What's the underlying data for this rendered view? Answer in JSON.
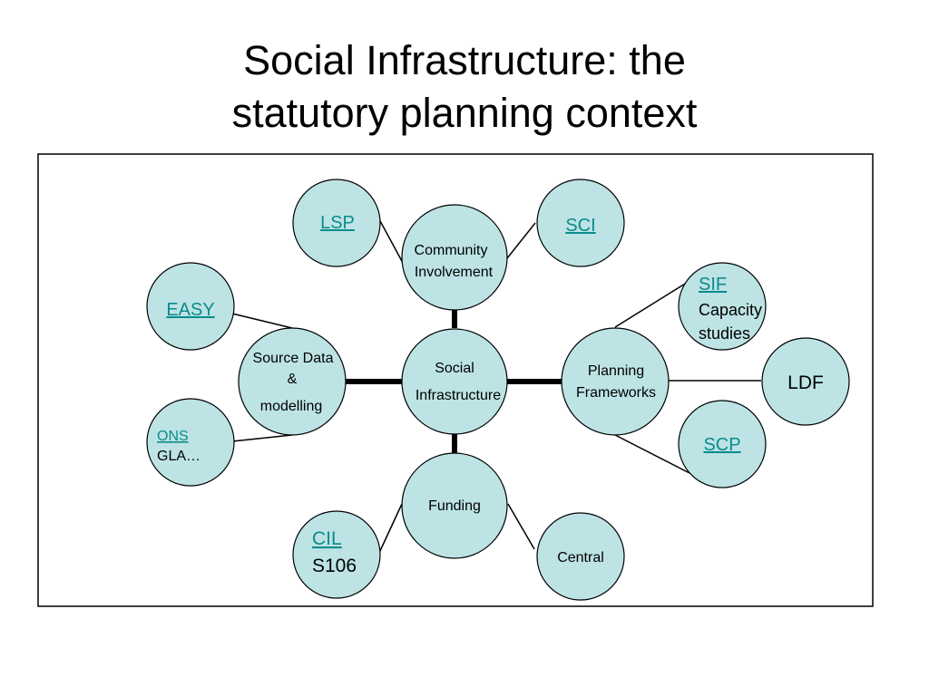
{
  "title": {
    "line1": "Social Infrastructure: the",
    "line2": "statutory planning context"
  },
  "colors": {
    "node_fill": "#bde3e5",
    "node_stroke": "#000000",
    "link_text": "#0b8c8c",
    "frame_stroke": "#000000"
  },
  "nodes": {
    "social_infrastructure": {
      "line1": "Social",
      "line2": "Infrastructure"
    },
    "community_involvement": {
      "line1": "Community",
      "line2": "Involvement"
    },
    "source_data": {
      "line1": "Source Data",
      "line2": "&",
      "line3": "modelling"
    },
    "planning_frameworks": {
      "line1": "Planning",
      "line2": "Frameworks"
    },
    "funding": {
      "label": "Funding"
    },
    "lsp": {
      "link": "LSP"
    },
    "sci": {
      "link": "SCI"
    },
    "easy": {
      "link": "EASY"
    },
    "ons_gla": {
      "link": "ONS",
      "text": "GLA…"
    },
    "sif": {
      "link": "SIF",
      "line1": "Capacity",
      "line2": "studies"
    },
    "ldf": {
      "label": "LDF"
    },
    "scp": {
      "link": "SCP"
    },
    "cil_s106": {
      "link": "CIL",
      "text": "S106"
    },
    "central": {
      "label": "Central"
    }
  }
}
